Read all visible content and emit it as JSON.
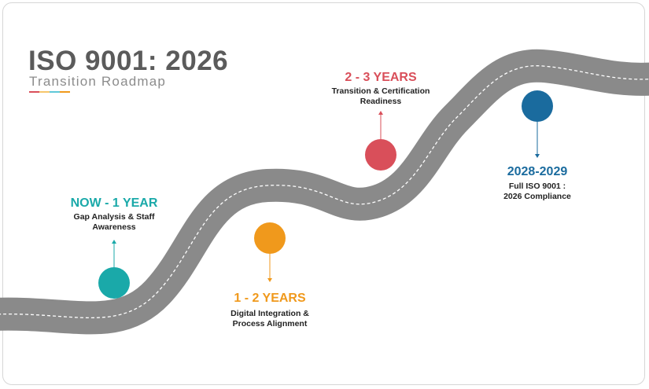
{
  "header": {
    "title": "ISO 9001: 2026",
    "subtitle": "Transition Roadmap"
  },
  "colors": {
    "teal": "#1aa9a9",
    "orange": "#f0991c",
    "red": "#d94f5a",
    "blue": "#1a6b9e",
    "road": "#8a8a8a"
  },
  "milestones": [
    {
      "period": "NOW - 1 YEAR",
      "line1": "Gap Analysis & Staff",
      "line2": "Awareness"
    },
    {
      "period": "1 - 2 YEARS",
      "line1": "Digital Integration &",
      "line2": "Process Alignment"
    },
    {
      "period": "2 - 3 YEARS",
      "line1": "Transition & Certification",
      "line2": "Readiness"
    },
    {
      "period": "2028-2029",
      "line1": "Full ISO 9001 :",
      "line2": "2026 Compliance"
    }
  ]
}
